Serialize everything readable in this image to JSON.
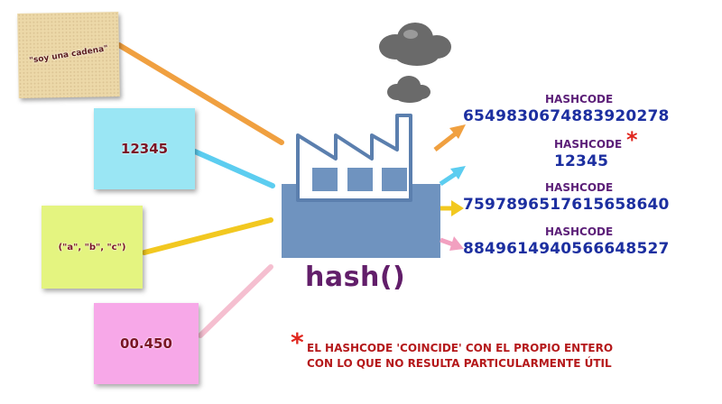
{
  "inputs": [
    {
      "text": "\"soy una cadena\"",
      "color": "#ecd8a8"
    },
    {
      "text": "12345",
      "color": "#9ae6f4"
    },
    {
      "text": "(\"a\", \"b\", \"c\")",
      "color": "#e4f480"
    },
    {
      "text": "00.450",
      "color": "#f7a8e8"
    }
  ],
  "function_label": "hash()",
  "outputs": [
    {
      "label": "HASHCODE",
      "value": "6549830674883920278",
      "arrow_color": "#f0a040"
    },
    {
      "label": "HASHCODE",
      "asterisk": "*",
      "value": "12345",
      "arrow_color": "#5ccdf0"
    },
    {
      "label": "HASHCODE",
      "value": "7597896517615658640",
      "arrow_color": "#f2c820"
    },
    {
      "label": "HASHCODE",
      "value": "8849614940566648527",
      "arrow_color": "#f2a0c0"
    }
  ],
  "footnote": {
    "asterisk": "*",
    "line1": "EL HASHCODE 'COINCIDE' CON EL PROPIO ENTERO",
    "line2": "CON LO QUE NO RESULTA PARTICULARMENTE ÚTIL"
  },
  "colors": {
    "factory": "#6f93bf",
    "factory_window": "#6f93bf",
    "smoke": "#6a6a6a",
    "line_orange": "#f0a040",
    "line_cyan": "#5ccdf0",
    "line_yellow": "#f2c820",
    "line_pink": "#f5bfd0",
    "hashcode_label": "#5c1f78",
    "hashcode_value": "#1c2fa0",
    "footnote": "#b5191b",
    "asterisk": "#e0261e"
  },
  "icons": {
    "factory": "factory-icon",
    "smoke": "smoke-cloud-icon",
    "arrow": "arrow-right-icon"
  }
}
